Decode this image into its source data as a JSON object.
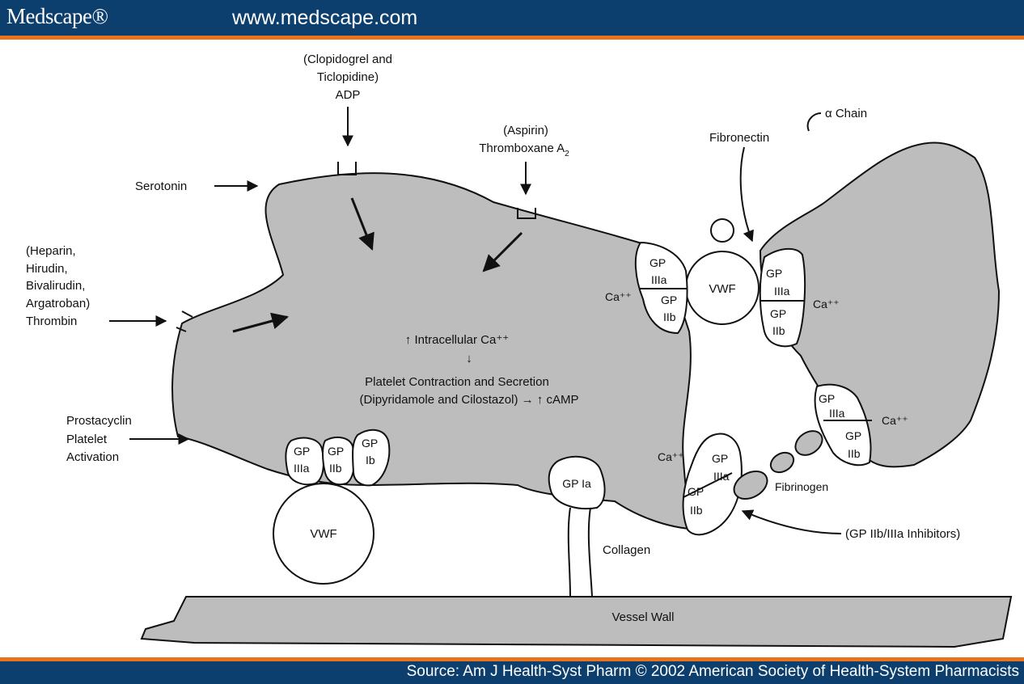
{
  "header": {
    "brand": "Medscape®",
    "url": "www.medscape.com"
  },
  "footer": {
    "source": "Source: Am J Health-Syst Pharm © 2002 American Society of Health-System Pharmacists"
  },
  "labels": {
    "clopidogrel_l1": "(Clopidogrel and",
    "clopidogrel_l2": "Ticlopidine)",
    "adp": "ADP",
    "aspirin": "(Aspirin)",
    "thromboxane": "Thromboxane A",
    "thromboxane_sub": "2",
    "serotonin": "Serotonin",
    "heparin_l1": "(Heparin,",
    "heparin_l2": "Hirudin,",
    "heparin_l3": "Bivalirudin,",
    "heparin_l4": "Argatroban)",
    "thrombin": "Thrombin",
    "prostacyclin_l1": "Prostacyclin",
    "prostacyclin_l2": "Platelet",
    "prostacyclin_l3": "Activation",
    "intracellular": "↑ Intracellular Ca⁺⁺",
    "down_arrow": "↓",
    "contraction": "Platelet Contraction and Secretion",
    "dipyridamole": "(Dipyridamole and Cilostazol) → ↑ cAMP",
    "fibronectin": "Fibronectin",
    "alpha_chain": "α Chain",
    "vwf_top": "VWF",
    "vwf_bottom": "VWF",
    "ca_left": "Ca⁺⁺",
    "ca_right_top": "Ca⁺⁺",
    "ca_right_mid": "Ca⁺⁺",
    "ca_lower": "Ca⁺⁺",
    "gp": "GP",
    "iiia": "IIIa",
    "iib": "IIb",
    "ib": "Ib",
    "gp_ia": "GP Ia",
    "collagen": "Collagen",
    "fibrinogen": "Fibrinogen",
    "gp_inhibitors": "(GP IIb/IIIa Inhibitors)",
    "vessel_wall": "Vessel Wall"
  },
  "colors": {
    "header_bg": "#0c3f6d",
    "accent": "#e8731c",
    "cell_fill": "#bdbdbd"
  }
}
